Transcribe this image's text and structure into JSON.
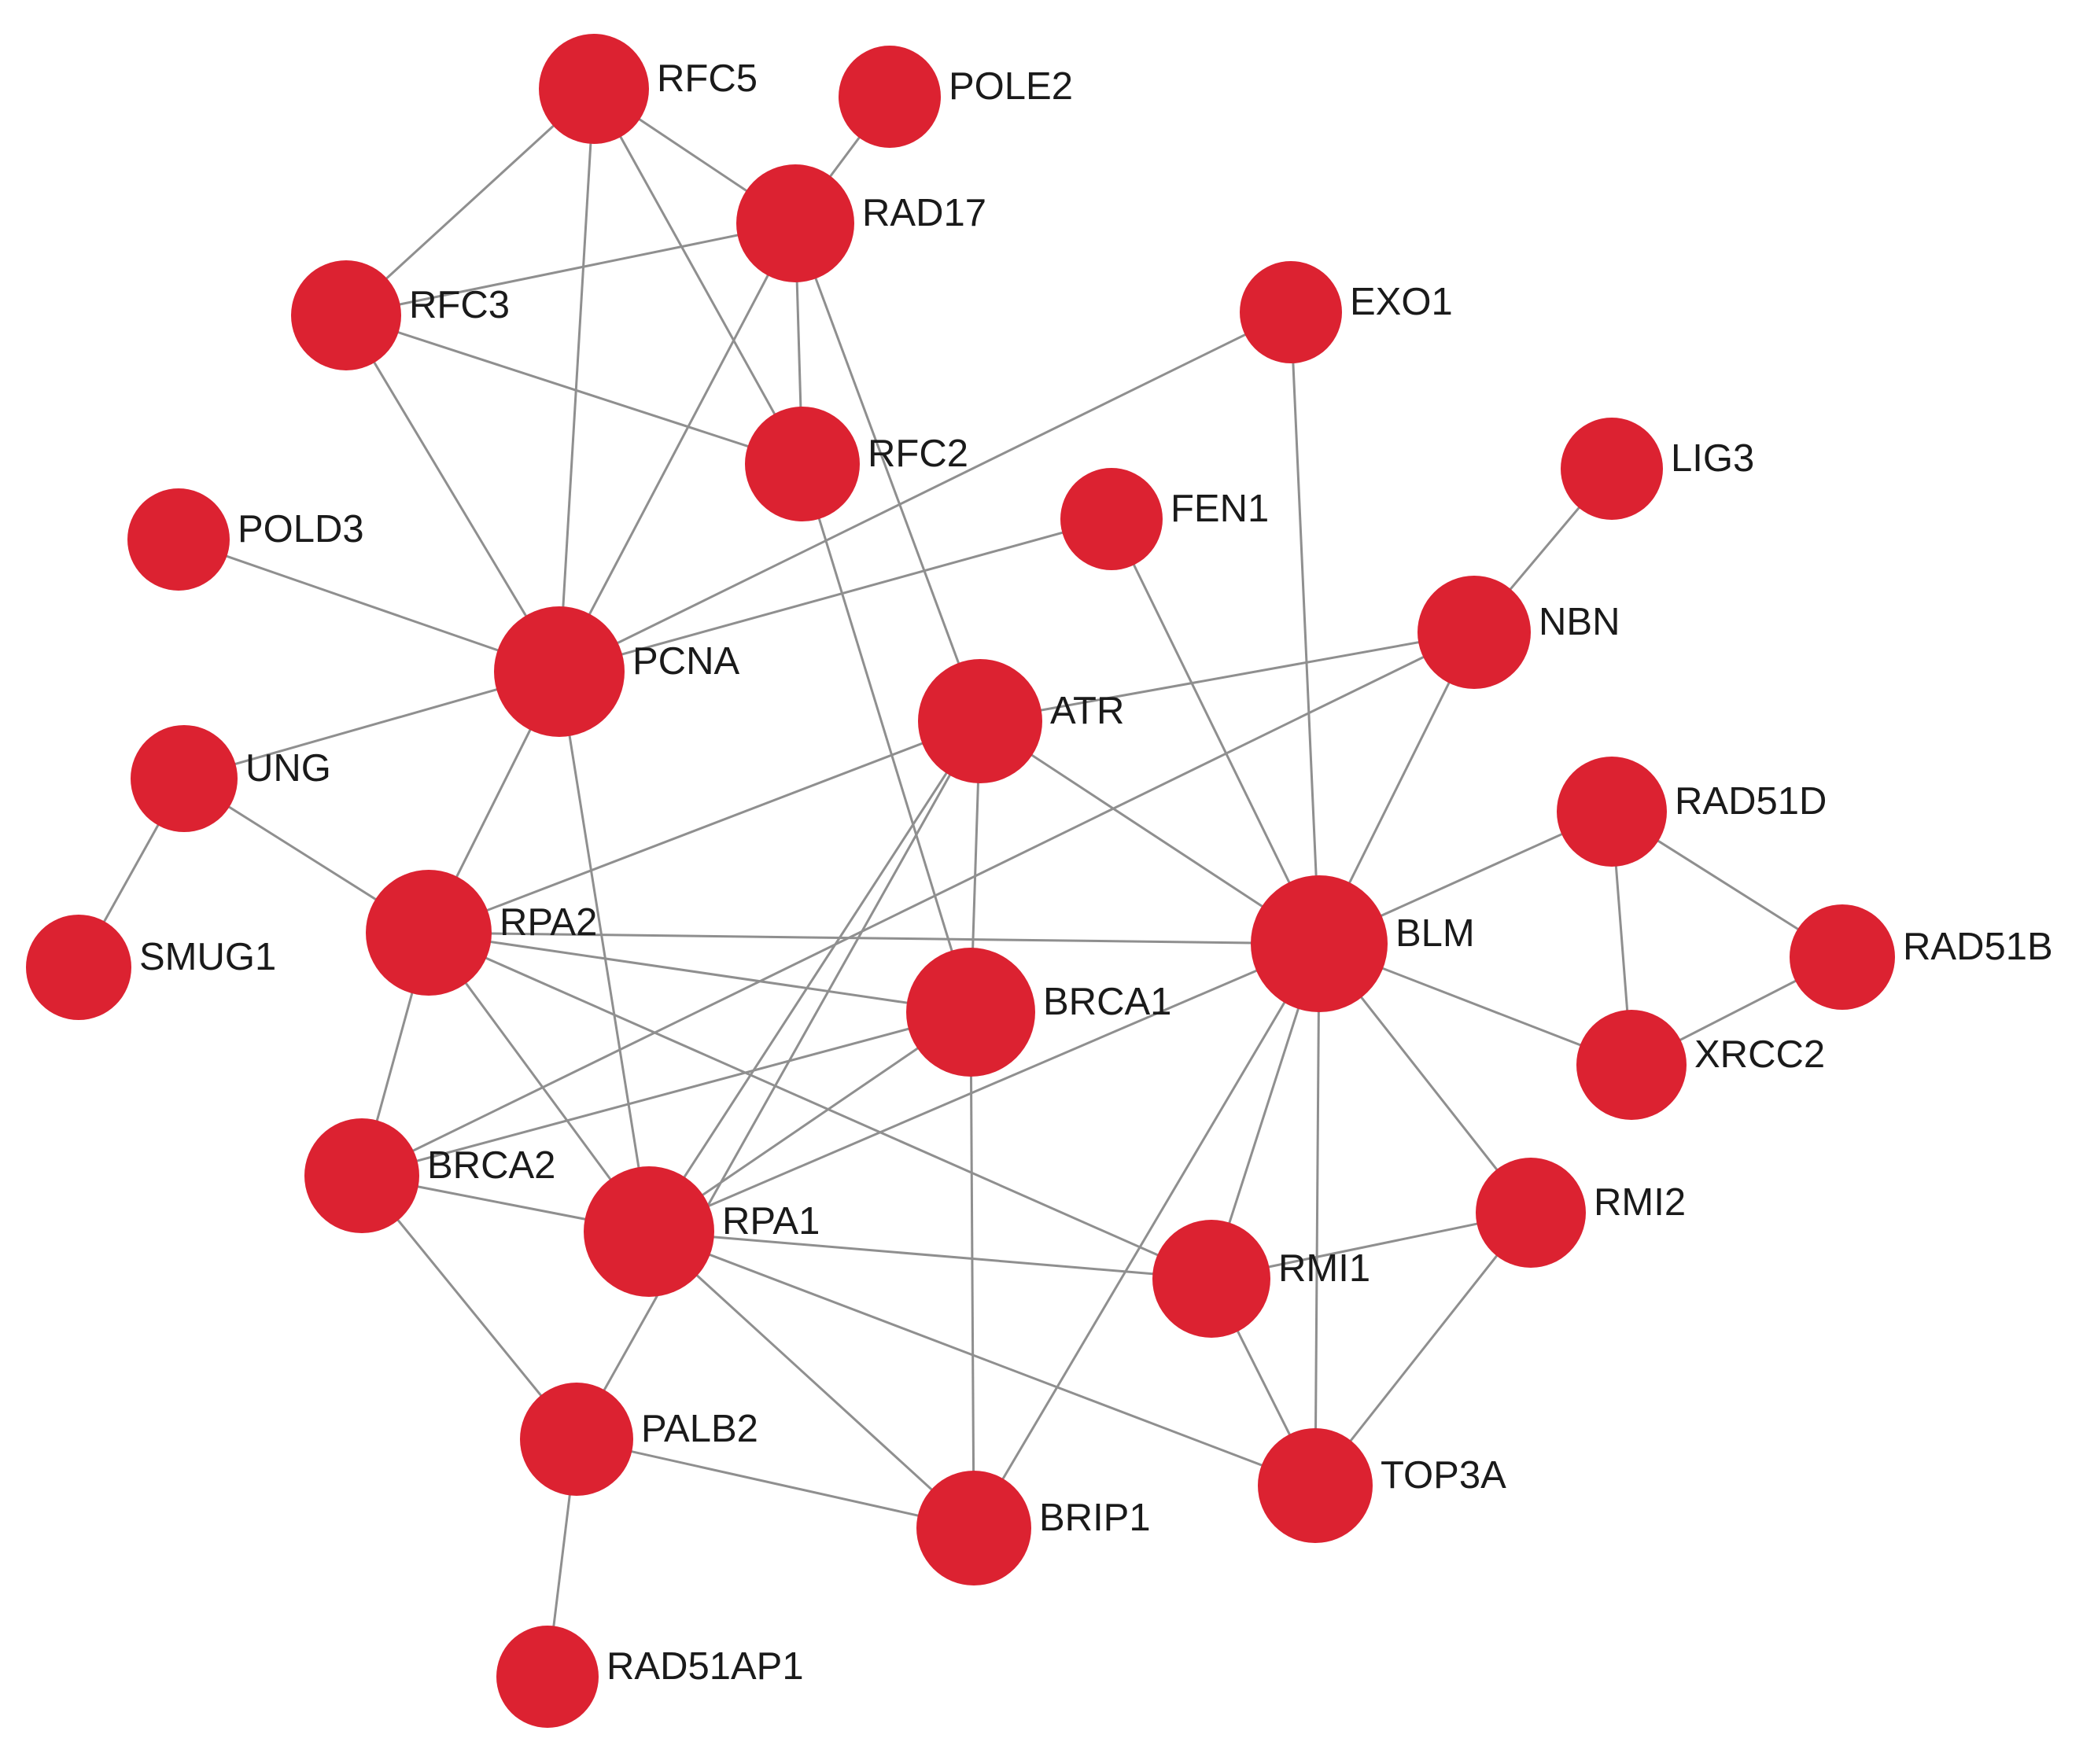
{
  "colors": {
    "node": "#dc2231",
    "edge": "#8f8f8f",
    "label": "#1a1a1a",
    "background": "#ffffff"
  },
  "nodes": [
    {
      "id": "RFC5",
      "label": "RFC5"
    },
    {
      "id": "POLE2",
      "label": "POLE2"
    },
    {
      "id": "RAD17",
      "label": "RAD17"
    },
    {
      "id": "RFC3",
      "label": "RFC3"
    },
    {
      "id": "EXO1",
      "label": "EXO1"
    },
    {
      "id": "RFC2",
      "label": "RFC2"
    },
    {
      "id": "LIG3",
      "label": "LIG3"
    },
    {
      "id": "POLD3",
      "label": "POLD3"
    },
    {
      "id": "FEN1",
      "label": "FEN1"
    },
    {
      "id": "NBN",
      "label": "NBN"
    },
    {
      "id": "PCNA",
      "label": "PCNA"
    },
    {
      "id": "ATR",
      "label": "ATR"
    },
    {
      "id": "UNG",
      "label": "UNG"
    },
    {
      "id": "RAD51D",
      "label": "RAD51D"
    },
    {
      "id": "RPA2",
      "label": "RPA2"
    },
    {
      "id": "SMUG1",
      "label": "SMUG1"
    },
    {
      "id": "BLM",
      "label": "BLM"
    },
    {
      "id": "RAD51B",
      "label": "RAD51B"
    },
    {
      "id": "BRCA1",
      "label": "BRCA1"
    },
    {
      "id": "XRCC2",
      "label": "XRCC2"
    },
    {
      "id": "BRCA2",
      "label": "BRCA2"
    },
    {
      "id": "RPA1",
      "label": "RPA1"
    },
    {
      "id": "RMI2",
      "label": "RMI2"
    },
    {
      "id": "RMI1",
      "label": "RMI1"
    },
    {
      "id": "PALB2",
      "label": "PALB2"
    },
    {
      "id": "TOP3A",
      "label": "TOP3A"
    },
    {
      "id": "BRIP1",
      "label": "BRIP1"
    },
    {
      "id": "RAD51AP1",
      "label": "RAD51AP1"
    }
  ],
  "edges": [
    [
      "RFC5",
      "RFC3"
    ],
    [
      "RFC5",
      "RAD17"
    ],
    [
      "RFC5",
      "PCNA"
    ],
    [
      "RFC5",
      "RFC2"
    ],
    [
      "POLE2",
      "RAD17"
    ],
    [
      "RAD17",
      "RFC3"
    ],
    [
      "RAD17",
      "RFC2"
    ],
    [
      "RAD17",
      "PCNA"
    ],
    [
      "RAD17",
      "ATR"
    ],
    [
      "RFC3",
      "RFC2"
    ],
    [
      "RFC3",
      "PCNA"
    ],
    [
      "RFC2",
      "BRCA1"
    ],
    [
      "EXO1",
      "PCNA"
    ],
    [
      "EXO1",
      "BLM"
    ],
    [
      "FEN1",
      "PCNA"
    ],
    [
      "FEN1",
      "BLM"
    ],
    [
      "LIG3",
      "NBN"
    ],
    [
      "POLD3",
      "PCNA"
    ],
    [
      "UNG",
      "PCNA"
    ],
    [
      "UNG",
      "SMUG1"
    ],
    [
      "UNG",
      "RPA2"
    ],
    [
      "PCNA",
      "RPA2"
    ],
    [
      "PCNA",
      "RPA1"
    ],
    [
      "NBN",
      "ATR"
    ],
    [
      "NBN",
      "BLM"
    ],
    [
      "NBN",
      "BRCA2"
    ],
    [
      "ATR",
      "RPA2"
    ],
    [
      "ATR",
      "BRCA1"
    ],
    [
      "ATR",
      "BLM"
    ],
    [
      "ATR",
      "RPA1"
    ],
    [
      "ATR",
      "PALB2"
    ],
    [
      "RPA2",
      "BLM"
    ],
    [
      "RPA2",
      "BRCA1"
    ],
    [
      "RPA2",
      "BRCA2"
    ],
    [
      "RPA2",
      "RPA1"
    ],
    [
      "RPA2",
      "RMI1"
    ],
    [
      "BRCA1",
      "BRCA2"
    ],
    [
      "BRCA1",
      "RPA1"
    ],
    [
      "BRCA1",
      "BRIP1"
    ],
    [
      "BLM",
      "RAD51D"
    ],
    [
      "BLM",
      "XRCC2"
    ],
    [
      "BLM",
      "RPA1"
    ],
    [
      "BLM",
      "RMI1"
    ],
    [
      "BLM",
      "RMI2"
    ],
    [
      "BLM",
      "TOP3A"
    ],
    [
      "BLM",
      "BRIP1"
    ],
    [
      "RAD51D",
      "RAD51B"
    ],
    [
      "RAD51D",
      "XRCC2"
    ],
    [
      "RAD51B",
      "XRCC2"
    ],
    [
      "BRCA2",
      "RPA1"
    ],
    [
      "BRCA2",
      "PALB2"
    ],
    [
      "RPA1",
      "RMI1"
    ],
    [
      "RPA1",
      "BRIP1"
    ],
    [
      "RPA1",
      "TOP3A"
    ],
    [
      "RMI1",
      "RMI2"
    ],
    [
      "RMI1",
      "TOP3A"
    ],
    [
      "RMI2",
      "TOP3A"
    ],
    [
      "PALB2",
      "BRIP1"
    ],
    [
      "PALB2",
      "RAD51AP1"
    ]
  ]
}
